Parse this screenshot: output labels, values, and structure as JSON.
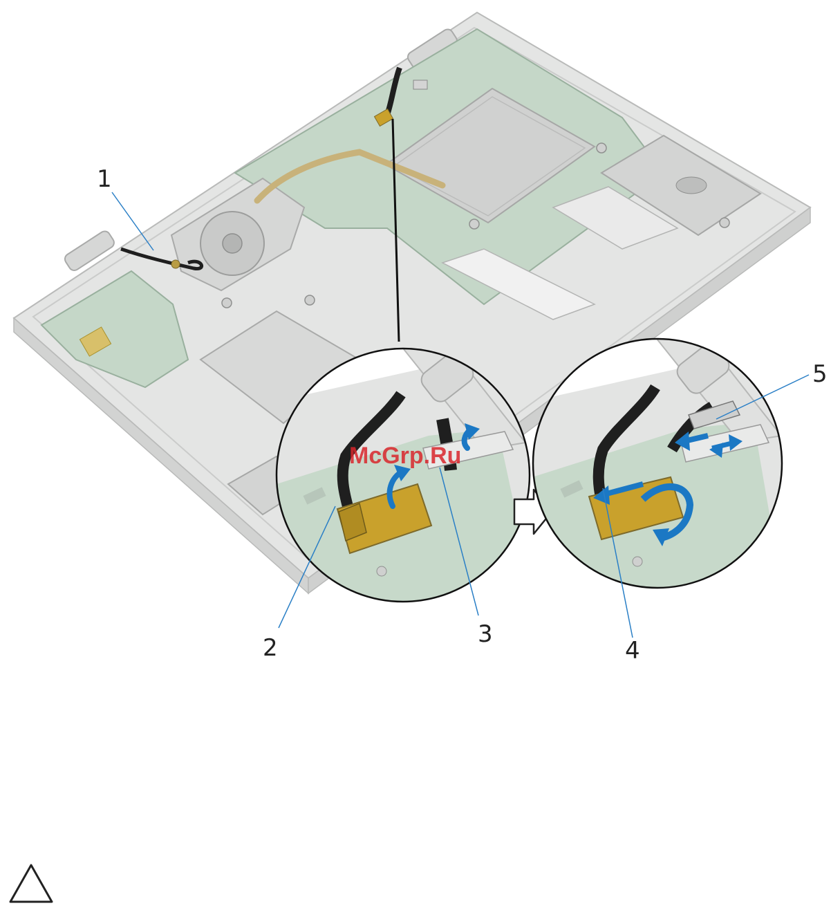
{
  "figure": {
    "callouts": [
      "1",
      "2",
      "3",
      "4",
      "5"
    ],
    "watermark": "McGrp.Ru",
    "step_arrow_icon": "hollow-right-arrow-icon",
    "warning_icon": "caution-triangle-icon"
  },
  "colors": {
    "chassis": "#e3e4e3",
    "board": "#c3d5c6",
    "cable": "#1f1f1f",
    "foil": "#c9a12c",
    "arrow": "#1b78c4",
    "callout_line": "#2a7fc6"
  }
}
